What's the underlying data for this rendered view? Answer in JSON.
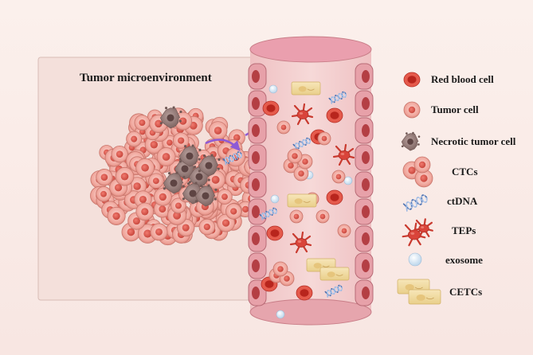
{
  "diagram": {
    "panel_title": "Tumor microenvironment",
    "legend": [
      {
        "label": "Red blood cell",
        "icon": "red-blood-cell-icon"
      },
      {
        "label": "Tumor cell",
        "icon": "tumor-cell-icon"
      },
      {
        "label": "Necrotic tumor cell",
        "icon": "necrotic-tumor-cell-icon"
      },
      {
        "label": "CTCs",
        "icon": "ctc-cluster-icon"
      },
      {
        "label": "ctDNA",
        "icon": "ctdna-helix-icon"
      },
      {
        "label": "TEPs",
        "icon": "tep-platelet-icon"
      },
      {
        "label": "exosome",
        "icon": "exosome-icon"
      },
      {
        "label": "CETCs",
        "icon": "cetc-cell-icon"
      }
    ]
  },
  "colors": {
    "background": "#fbeeea",
    "vessel_lumen": "#f3cfcf",
    "vessel_wall": "#e29aa3",
    "rbc": "#d9453a",
    "tumor_cell": "#f2a9a0",
    "necrotic": "#9d8482",
    "cetc": "#f2dca4",
    "exosome": "#dceaf5"
  }
}
